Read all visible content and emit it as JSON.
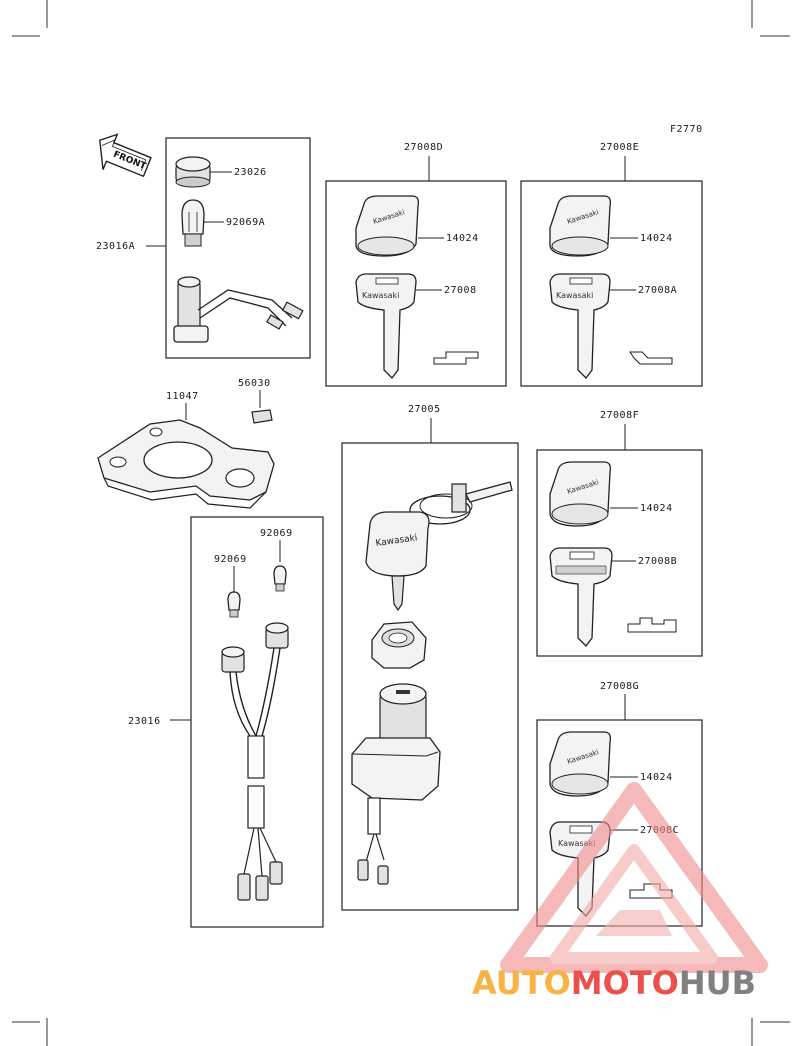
{
  "figure_code": "F2770",
  "front_label": "FRONT",
  "parts": {
    "p23026": "23026",
    "p92069A": "92069A",
    "p23016A": "23016A",
    "p27008D": "27008D",
    "p27008E": "27008E",
    "p14024_d": "14024",
    "p14024_e": "14024",
    "p14024_f": "14024",
    "p14024_g": "14024",
    "p27008": "27008",
    "p27008A": "27008A",
    "p11047": "11047",
    "p56030": "56030",
    "p27005": "27005",
    "p27008F": "27008F",
    "p27008B": "27008B",
    "p92069_a": "92069",
    "p92069_b": "92069",
    "p23016": "23016",
    "p27008G": "27008G",
    "p27008C": "27008C"
  },
  "key_brand": "Kawasaki",
  "watermark": {
    "auto": "AUTO",
    "moto": "MOTO",
    "hub": "HUB",
    "color_orange": "#f6a623",
    "color_red": "#e8322e",
    "color_gray": "#6b6b6b"
  }
}
